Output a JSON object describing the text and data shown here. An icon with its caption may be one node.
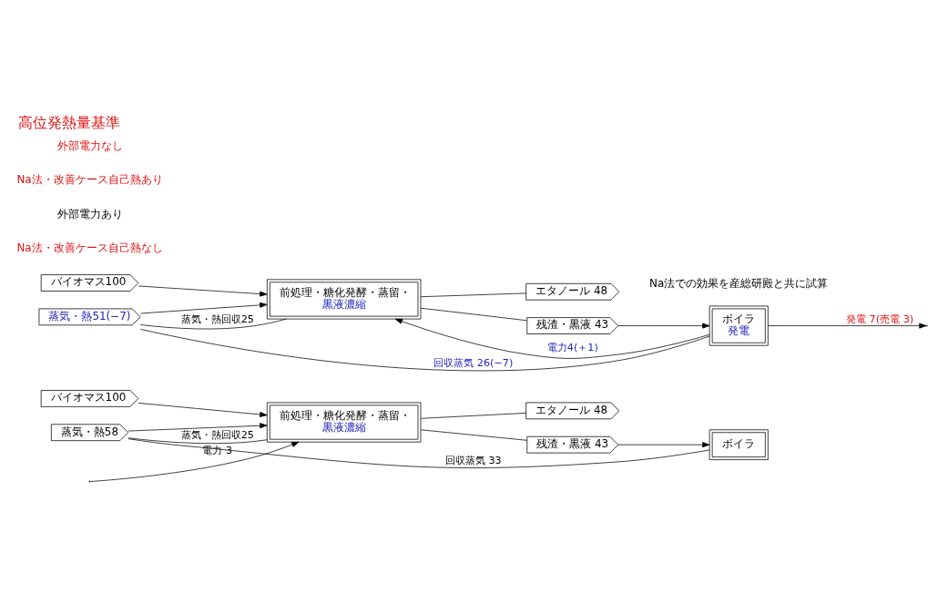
{
  "diagram": {
    "title": "高位発熱量基準",
    "nodes": [
      {
        "text": [
          "バイオマス100"
        ]
      },
      {
        "text": [
          "前処理・糖化発酵・蒸留・",
          "黒液濃縮"
        ]
      },
      {
        "text": [
          "エタノール 48"
        ]
      },
      {
        "text": [
          "残渣・黒液 43"
        ]
      },
      {
        "text": [
          "ボイラ"
        ]
      },
      {
        "text": [
          "蒸気・熱58"
        ]
      },
      {
        "text": [
          "バイオマス100"
        ]
      },
      {
        "text": [
          "前処理・糖化発酵・蒸留・",
          "黒液濃縮"
        ]
      },
      {
        "text": [
          "エタノール 48"
        ]
      },
      {
        "text": [
          "残渣・黒液 43"
        ]
      },
      {
        "text": [
          "ボイラ",
          "発電"
        ]
      },
      {
        "text": [
          "蒸気・熱51(−7)"
        ]
      }
    ],
    "edges": [
      {
        "from": 0,
        "to": 1,
        "arrow": "to"
      },
      {
        "from": 1,
        "to": 2,
        "arrow": "none"
      },
      {
        "from": 1,
        "to": 3,
        "arrow": "none"
      },
      {
        "from": 3,
        "to": 4,
        "arrow": "to"
      },
      {
        "from": null,
        "to": 1,
        "arrow": "to",
        "label": "電力 3"
      },
      {
        "from": 1,
        "to": 5,
        "arrow": "none",
        "label": "蒸気・熱回収25"
      },
      {
        "from": 4,
        "to": 5,
        "arrow": "none",
        "label": "回収蒸気 33"
      },
      {
        "from": 5,
        "to": 1,
        "arrow": "to"
      },
      {
        "from": 6,
        "to": 7,
        "arrow": "to"
      },
      {
        "from": 7,
        "to": 8,
        "arrow": "none"
      },
      {
        "from": 7,
        "to": 9,
        "arrow": "none"
      },
      {
        "from": 9,
        "to": 10,
        "arrow": "to"
      },
      {
        "from": 10,
        "to": 7,
        "arrow": "to",
        "label": "電力4(＋1)"
      },
      {
        "from": 7,
        "to": 11,
        "arrow": "none",
        "label": "蒸気・熱回収25"
      },
      {
        "from": 10,
        "to": 11,
        "arrow": "none",
        "label": "回収蒸気 26(−7)"
      },
      {
        "from": 11,
        "to": 7,
        "arrow": "to"
      },
      {
        "from": 10,
        "to": null,
        "arrow": "to",
        "label": "発電 7(売電 3)"
      }
    ],
    "labels": [
      "Na法・改善ケース自己熱なし",
      "外部電力あり",
      "Na法での効果を産総研殿と共に試算",
      "Na法・改善ケース自己熱あり",
      "外部電力なし"
    ]
  }
}
